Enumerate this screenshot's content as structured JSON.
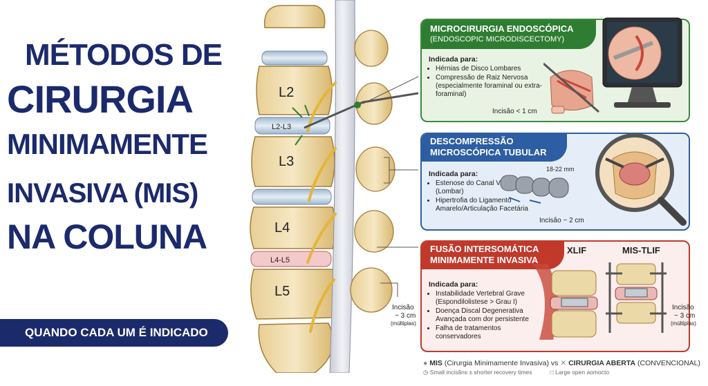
{
  "title": {
    "line1": "MÉTODOS DE",
    "line2": "CIRURGIA",
    "line3": "MINIMAMENTE",
    "line4": "INVASIVA (MIS)",
    "line5": "NA COLUNA"
  },
  "subtitle": "QUANDO CADA UM É INDICADO",
  "spine": {
    "vertebrae": [
      "L2",
      "L3",
      "L4",
      "L5"
    ],
    "discs": [
      "L2-L3",
      "L4-L5"
    ],
    "incision_left": {
      "line1": "Incisão",
      "line2": "~ 3 cm",
      "line3": "(múltiplas)"
    }
  },
  "panels": [
    {
      "title": "MICROCIRURGIA ENDOSCÓPICA",
      "subtitle": "(ENDOSCOPIC MICRODISCECTOMY)",
      "indicated_label": "Indicada para:",
      "items": [
        "Hérnias de Disco Lombares",
        "Compressão de Raiz Nervosa (especialmente foraminal ou extra-foraminal)"
      ],
      "incision": "Incisão < 1 cm"
    },
    {
      "title": "DESCOMPRESSÃO",
      "subtitle": "MICROSCÓPICA TUBULAR",
      "indicated_label": "Indicada para:",
      "items": [
        "Estenose do Canal Vertebral (Lombar)",
        "Hipertrofia do Ligamento Amarelo/Articulação Facetária"
      ],
      "tube_size": "18-22 mm",
      "incision": "Incisão ~ 2 cm"
    },
    {
      "title": "FUSÃO INTERSOMÁTICA",
      "subtitle": "MINIMAMENTE INVASIVA",
      "tag1": "XLIF",
      "tag2": "MIS-TLIF",
      "indicated_label": "Indicada para:",
      "items": [
        "Instabilidade Vertebral Grave (Espondilolistese > Grau I)",
        "Doença Discal Degenerativa Avançada com dor persistente",
        "Falha de tratamentos conservadores"
      ],
      "incision": {
        "line1": "Incisão",
        "line2": "~ 3 cm",
        "line3": "(múltiplas)"
      }
    }
  ],
  "footer": {
    "mis_bold": "MIS",
    "mis_text": " (Cirurgia Minimamente Invasiva) vs ",
    "open_bold": "CIRURGIA ABERTA",
    "open_text": " (CONVENCIONAL)",
    "left_caption": "Small incisãns ± shorter recovery times",
    "right_caption": "Large open aomocto"
  },
  "colors": {
    "navy": "#1b2a6b",
    "green": "#2e7d32",
    "blue": "#2d5da3",
    "red": "#c0392b",
    "bone": "#ecd9a8"
  }
}
